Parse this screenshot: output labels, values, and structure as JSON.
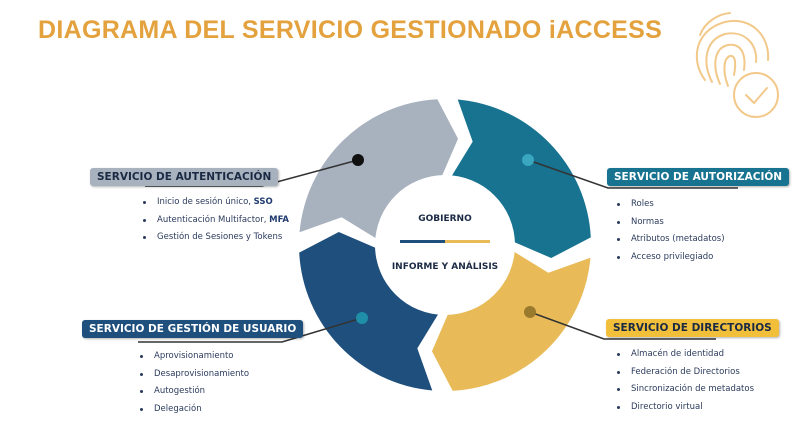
{
  "title": "DIAGRAMA DEL SERVICIO GESTIONADO iACCESS",
  "center": {
    "top": "GOBIERNO",
    "bottom": "INFORME Y ANÁLISIS"
  },
  "icons": {
    "badge": "fingerprint-check-icon"
  },
  "colors": {
    "title": "#e3a23d",
    "gray": "#a8b2bf",
    "teal": "#17738f",
    "yellow": "#e9bb58",
    "blue": "#1e4f7d"
  },
  "services": {
    "autenticacion": {
      "label": "SERVICIO DE AUTENTICACIÓN",
      "items": [
        {
          "text": "Inicio de sesión único, ",
          "bold": "SSO"
        },
        {
          "text": "Autenticación Multifactor, ",
          "bold": "MFA"
        },
        {
          "text": "Gestión de Sesiones y Tokens",
          "bold": ""
        }
      ]
    },
    "autorizacion": {
      "label": "SERVICIO DE AUTORIZACIÓN",
      "items": [
        "Roles",
        "Normas",
        "Atributos (metadatos)",
        "Acceso privilegiado"
      ]
    },
    "directorios": {
      "label": "SERVICIO DE DIRECTORIOS",
      "items": [
        "Almacén de identidad",
        "Federación de Directorios",
        "Sincronización de metadatos",
        "Directorio virtual"
      ]
    },
    "usuario": {
      "label": "SERVICIO DE GESTIÓN DE USUARIO",
      "items": [
        "Aprovisionamiento",
        "Desaprovisionamiento",
        "Autogestión",
        "Delegación"
      ]
    }
  }
}
